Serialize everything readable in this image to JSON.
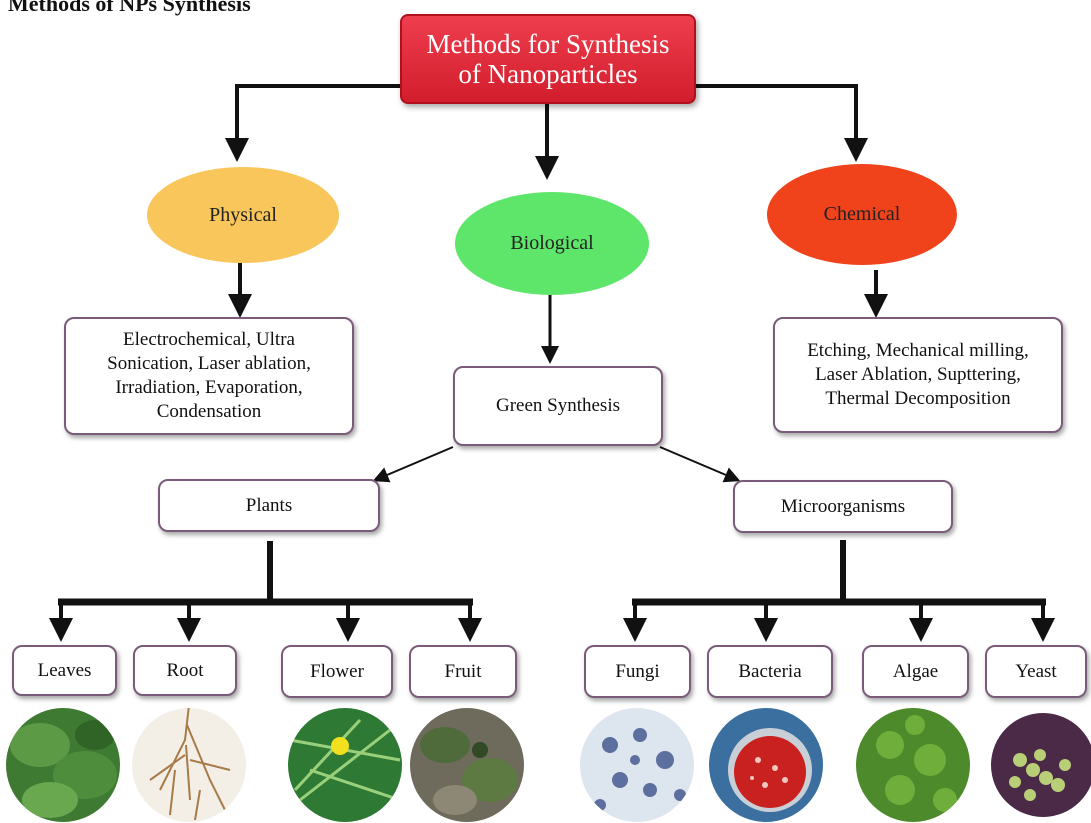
{
  "heading": "Methods of NPs Synthesis",
  "title": "Methods for Synthesis\nof Nanoparticles",
  "categories": {
    "physical": {
      "label": "Physical",
      "color": "#f8c65a"
    },
    "biological": {
      "label": "Biological",
      "color": "#5ee66a"
    },
    "chemical": {
      "label": "Chemical",
      "color": "#f0431c"
    }
  },
  "physical_methods": "Electrochemical, Ultra\nSonication, Laser ablation,\nIrradiation, Evaporation,\nCondensation",
  "chemical_methods": "Etching, Mechanical milling,\nLaser Ablation, Supttering,\nThermal Decomposition",
  "green_synthesis": "Green Synthesis",
  "plants": {
    "label": "Plants",
    "parts": [
      "Leaves",
      "Root",
      "Flower",
      "Fruit"
    ]
  },
  "microorganisms": {
    "label": "Microorganisms",
    "types": [
      "Fungi",
      "Bacteria",
      "Algae",
      "Yeast"
    ]
  },
  "colors": {
    "title_red": "#d21d2c",
    "box_border": "#7a5c7a",
    "arrow": "#111111"
  }
}
